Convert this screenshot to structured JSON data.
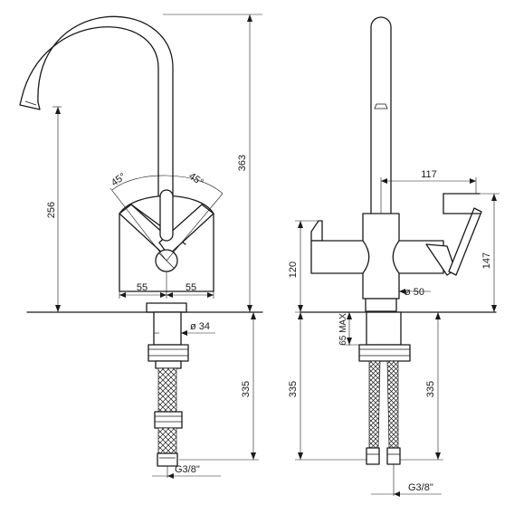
{
  "front_view": {
    "angle_left": "45°",
    "angle_right": "45°",
    "height_spout": "256",
    "height_total": "363",
    "offset_left": "55",
    "offset_right": "55",
    "body_diameter": "ø 34",
    "hose_length": "335",
    "thread": "G3/8\""
  },
  "side_view": {
    "reach": "117",
    "body_height": "120",
    "handle_height": "147",
    "base_diameter": "ø 50",
    "max_thickness": "65 MAX",
    "hose_length_left": "335",
    "hose_length_right": "335",
    "thread": "G3/8\""
  }
}
